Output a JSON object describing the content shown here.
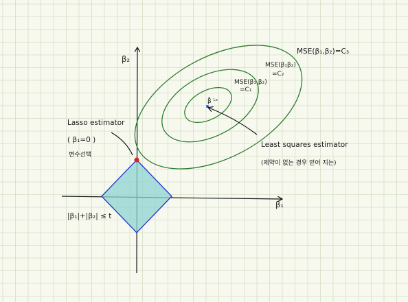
{
  "colors": {
    "background": "#f7f9ef",
    "grid_line": "#d4ddc5",
    "axis": "#111111",
    "ellipse": "#2e7d32",
    "lasso_region_fill": "#8fd3d3",
    "lasso_region_edge": "#2233cc",
    "lasso_point": "#e02020",
    "ols_point": "#2255dd"
  },
  "axes": {
    "y_label": "β₂",
    "x_label": "β₁"
  },
  "ellipse_labels": {
    "c1_line1": "MSE(β₁,β₂)",
    "c1_line2": "=C₁",
    "c2_line1": "MSE(β₁β₂)",
    "c2_line2": "=C₂",
    "c3": "MSE(β₁,β₂)=C₃"
  },
  "ols": {
    "symbol": "β̂ ᴸˢ",
    "label": "Least squares estimator",
    "note": "(제약이 없는 경우 얻어 지는)"
  },
  "lasso": {
    "label": "Lasso estimator",
    "condition": "( β₁=0 )",
    "note": "변수선택"
  },
  "constraint": {
    "text": "|β₁|+|β₂| ≤ t"
  }
}
